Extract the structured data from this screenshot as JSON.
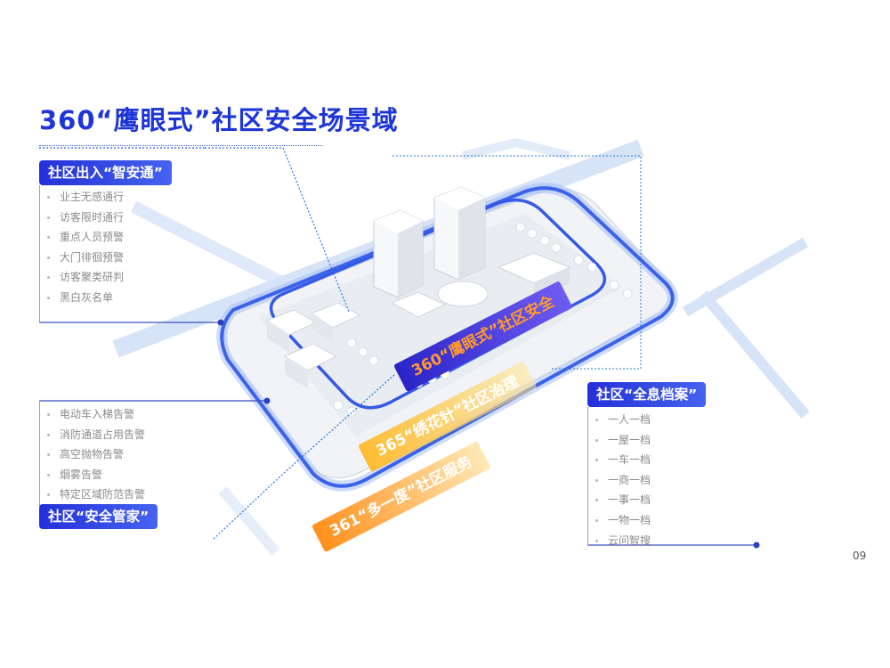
{
  "slide": {
    "title": "360“鹰眼式”社区安全场景域",
    "page_number": "09"
  },
  "panels": {
    "entry": {
      "tag": "社区出入“智安通”",
      "items": [
        "业主无感通行",
        "访客限时通行",
        "重点人员预警",
        "大门徘徊预警",
        "访客聚类研判",
        "黑白灰名单"
      ]
    },
    "safety": {
      "tag": "社区“安全管家”",
      "items": [
        "电动车入梯告警",
        "消防通道占用告警",
        "高空抛物告警",
        "烟雾告警",
        "特定区域防范告警"
      ]
    },
    "archive": {
      "tag": "社区“全息档案”",
      "items": [
        "一人一档",
        "一屋一档",
        "一车一档",
        "一商一档",
        "一事一档",
        "一物一档",
        "云问智搜"
      ]
    }
  },
  "banners": {
    "b360": "360“鹰眼式”社区安全",
    "b365": "365“绣花针”社区治理",
    "b361": "361“多一度”社区服务"
  },
  "colors": {
    "accent_blue": "#1e35d8",
    "ring_blue": "#3b63ea",
    "road_blue": "#c9dbf5",
    "banner_orange": "#ff9a2e"
  }
}
